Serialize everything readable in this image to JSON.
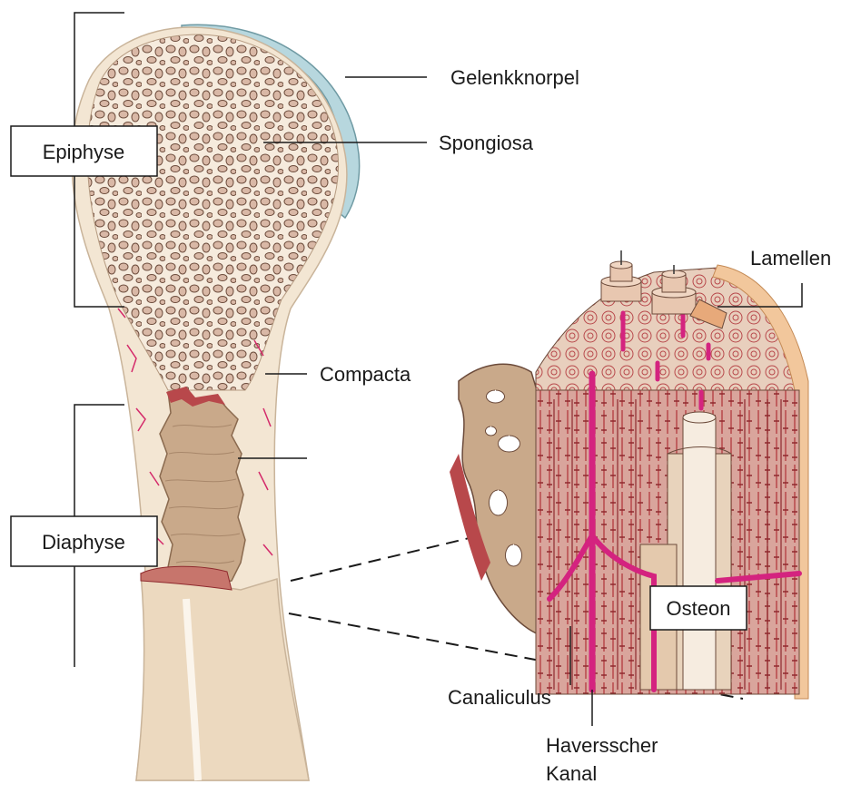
{
  "labels": {
    "gelenkknorpel": "Gelenkknorpel",
    "spongiosa": "Spongiosa",
    "epiphyse": "Epiphyse",
    "lamellen": "Lamellen",
    "compacta": "Compacta",
    "diaphyse": "Diaphyse",
    "osteon": "Osteon",
    "canaliculus": "Canaliculus",
    "haversscher_1": "Haversscher",
    "haversscher_2": "Kanal"
  },
  "colors": {
    "bone_light": "#f3e6d3",
    "bone_cream": "#ecd9bf",
    "spongiosa_pore": "#d8b7a4",
    "cartilage": "#b7d7de",
    "marrow_tan": "#c9a98a",
    "compacta_red": "#b8484b",
    "canal_magenta": "#d4237f",
    "line": "#1a1a1a"
  }
}
